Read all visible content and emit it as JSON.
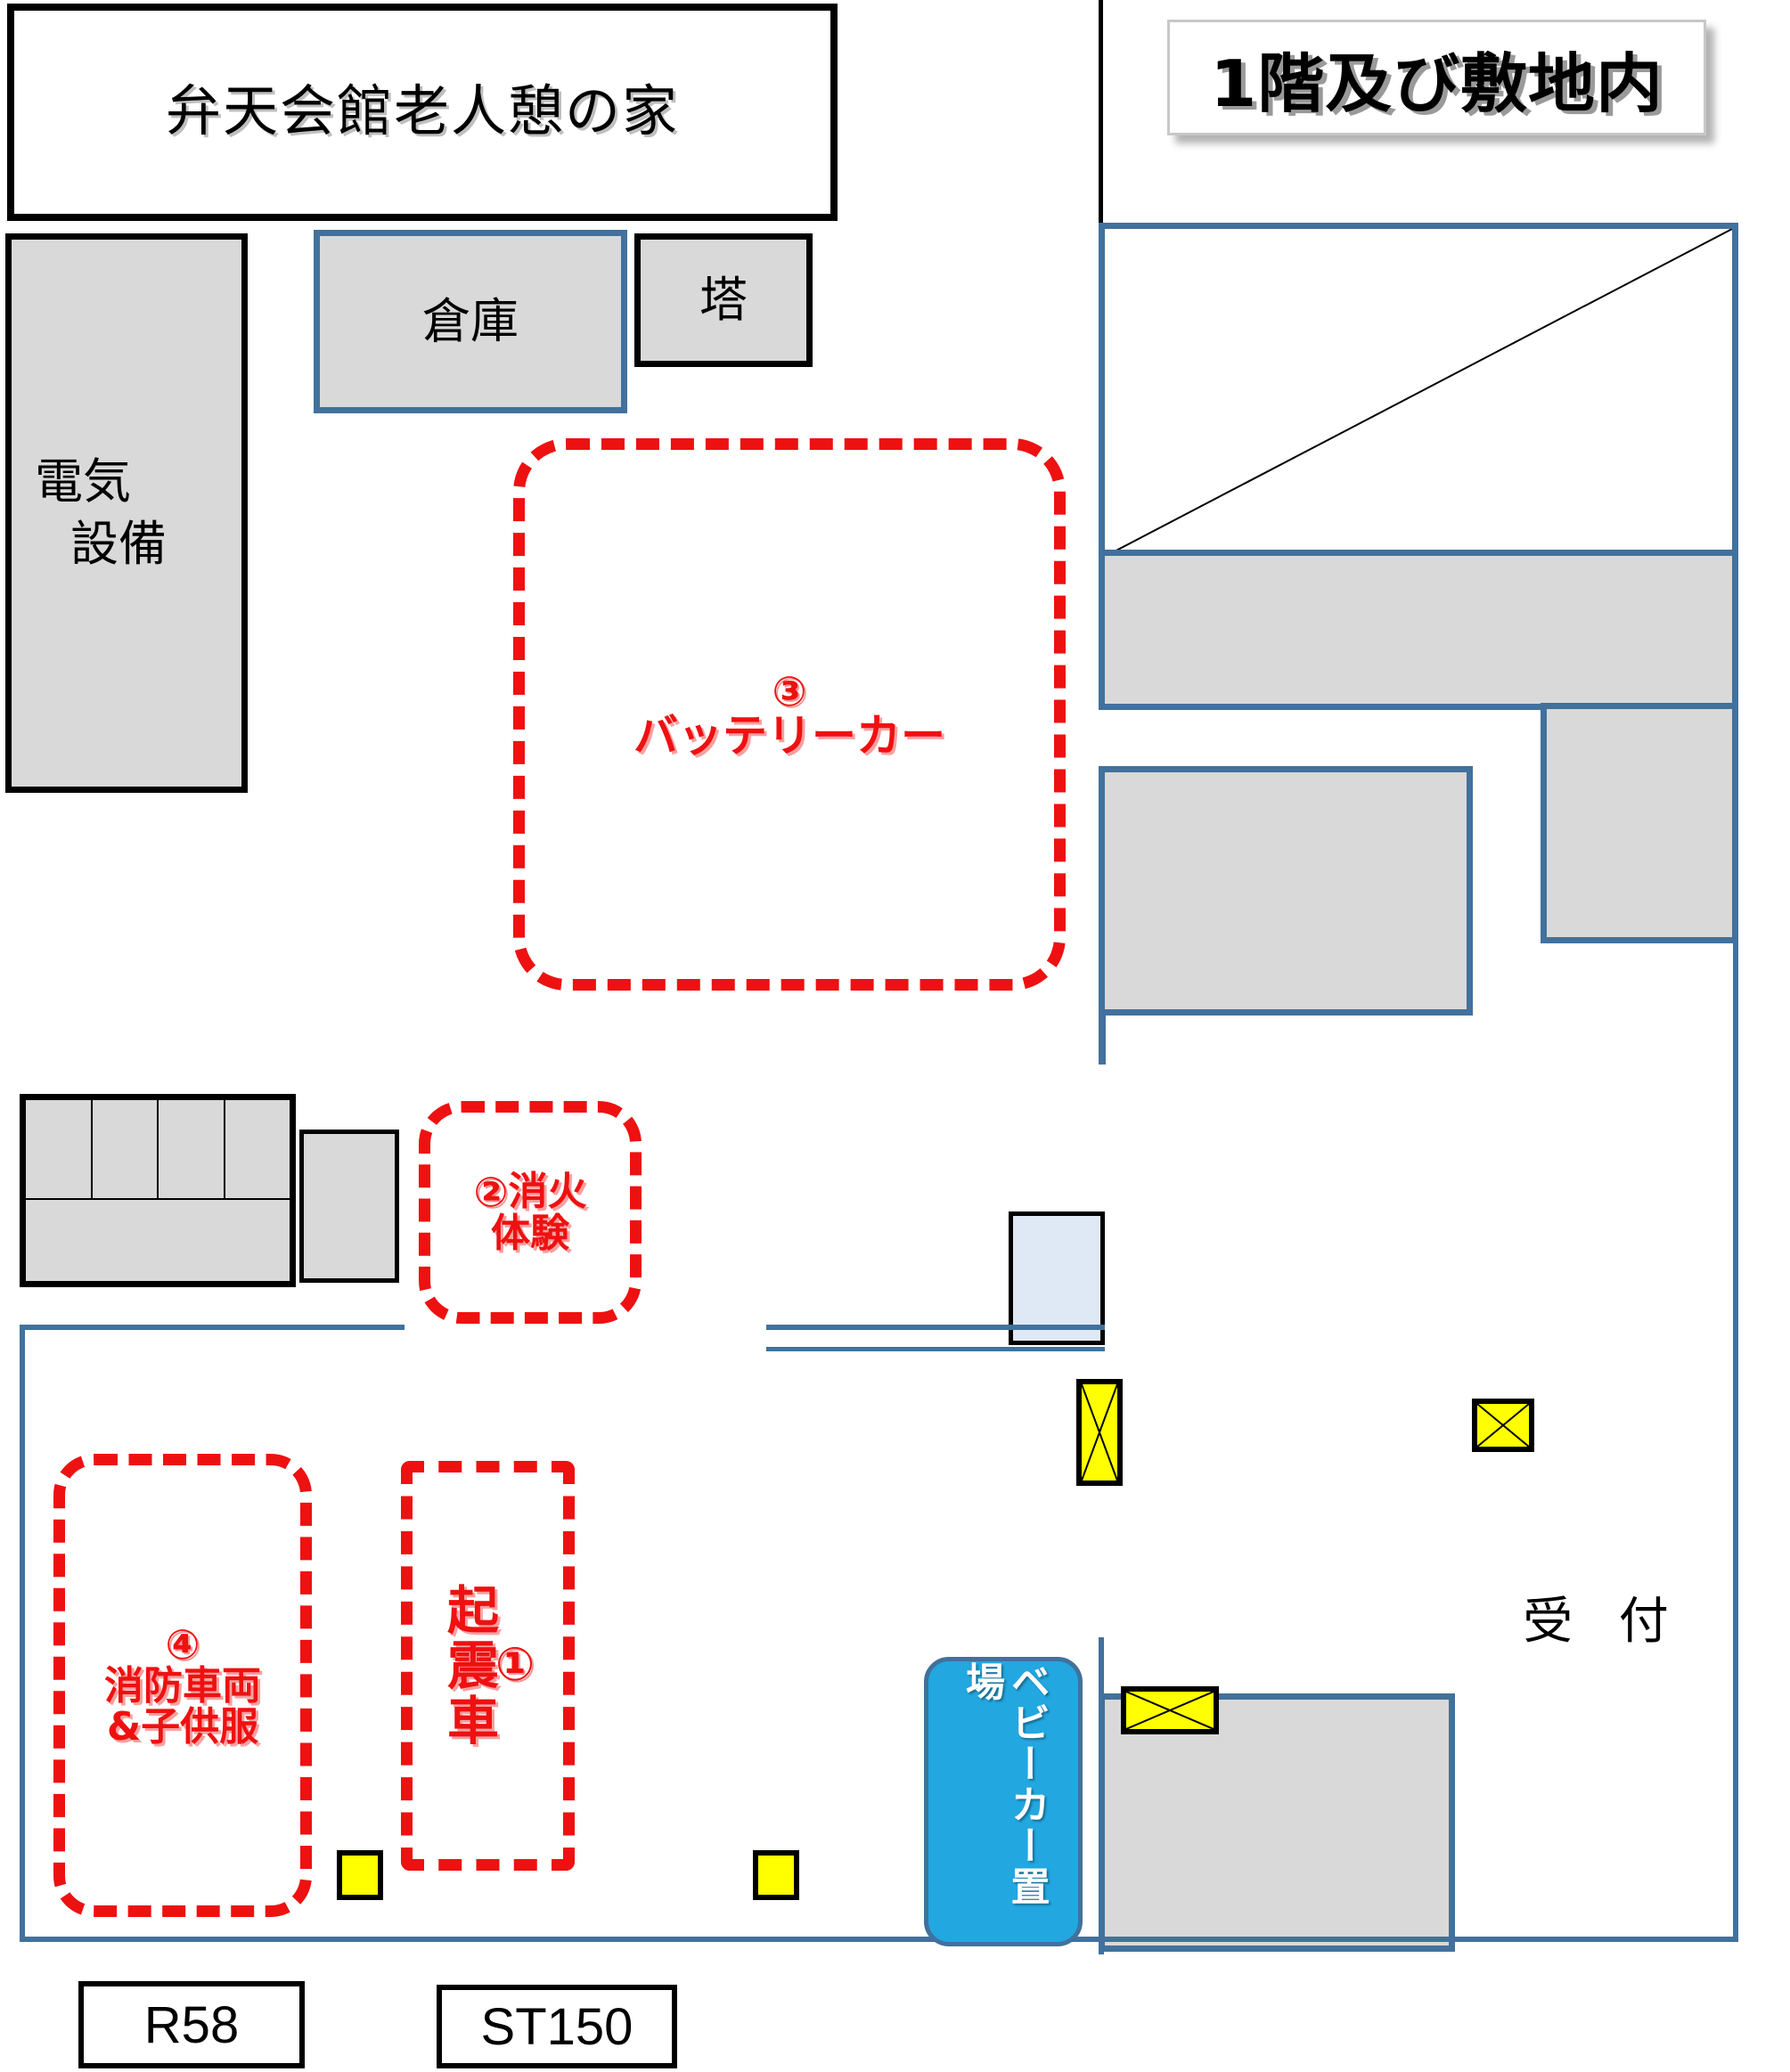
{
  "title": {
    "text": "1階及び敷地内"
  },
  "buildings": {
    "benten_hall": "弁天会館老人憩の家",
    "electric_line1": "電気",
    "electric_line2": "設備",
    "warehouse": "倉庫",
    "tower": "塔"
  },
  "zones": [
    {
      "id": "zone1",
      "number": "①",
      "name": "起震車",
      "orientation": "vertical"
    },
    {
      "id": "zone2",
      "number": "②",
      "name_line1": "消火",
      "name_line2": "体験",
      "orientation": "horizontal"
    },
    {
      "id": "zone3",
      "number": "③",
      "name": "バッテリーカー",
      "orientation": "horizontal"
    },
    {
      "id": "zone4",
      "number": "④",
      "name_line1": "消防車両",
      "name_line2": "&子供服",
      "orientation": "horizontal"
    }
  ],
  "facilities": {
    "stroller_parking": "ベビーカー置場",
    "reception": "受 付"
  },
  "codes": {
    "left": "R58",
    "right": "ST150"
  },
  "colors": {
    "zone_red": "#ee1111",
    "wall_blue": "#41719c",
    "fill_gray": "#d9d9d9",
    "marker_yellow": "#ffff00",
    "stroller_cyan": "#22a7e0",
    "porch_paleblue": "#dfe8f5"
  }
}
